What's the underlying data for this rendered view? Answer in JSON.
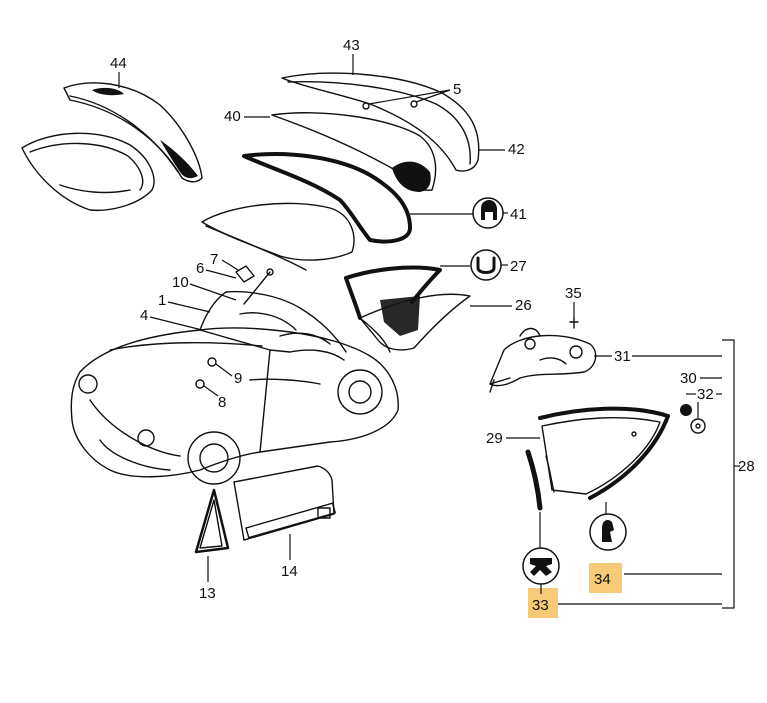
{
  "diagram": {
    "callouts": {
      "c1": "1",
      "c4": "4",
      "c5": "5",
      "c6": "6",
      "c7": "7",
      "c8": "8",
      "c9": "9",
      "c10": "10",
      "c13": "13",
      "c14": "14",
      "c26": "26",
      "c27": "27",
      "c28": "28",
      "c29": "29",
      "c30": "30",
      "c31": "31",
      "c32": "32",
      "c33": "33",
      "c34": "34",
      "c35": "35",
      "c40": "40",
      "c41": "41",
      "c42": "42",
      "c43": "43",
      "c44": "44"
    },
    "highlighted_callouts": [
      "33",
      "34"
    ],
    "highlight_color": "#f5c15e"
  }
}
